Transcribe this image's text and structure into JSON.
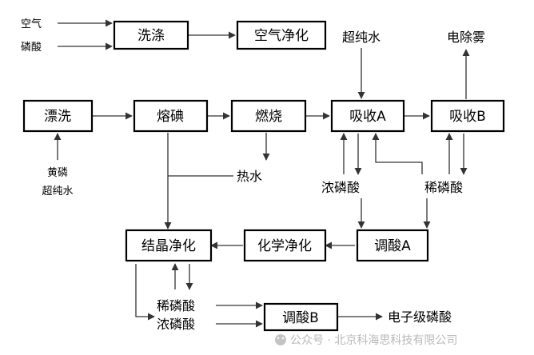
{
  "boxes": {
    "wash": "洗涤",
    "air_purify": "空气净化",
    "rinse": "漂洗",
    "melt": "熔碘",
    "burn": "燃烧",
    "absorb_a": "吸收A",
    "absorb_b": "吸收B",
    "crystal_purify": "结晶净化",
    "chem_purify": "化学净化",
    "adjust_acid_a": "调酸A",
    "adjust_acid_b": "调酸B"
  },
  "labels": {
    "air": "空气",
    "phosphoric_acid_in": "磷酸",
    "ultrapure_water_top": "超纯水",
    "electric_demister": "电除雾",
    "hot_water": "热水",
    "conc_acid_mid": "浓磷酸",
    "dilute_acid_mid": "稀磷酸",
    "yellow_phosphorus": "黄磷",
    "ultrapure_water_bottom": "超纯水",
    "dilute_acid_bottom": "稀磷酸",
    "conc_acid_bottom": "浓磷酸",
    "electronic_grade_acid": "电子级磷酸"
  },
  "watermark": {
    "text": "公众号 · 北京科海思科技有限公司"
  }
}
